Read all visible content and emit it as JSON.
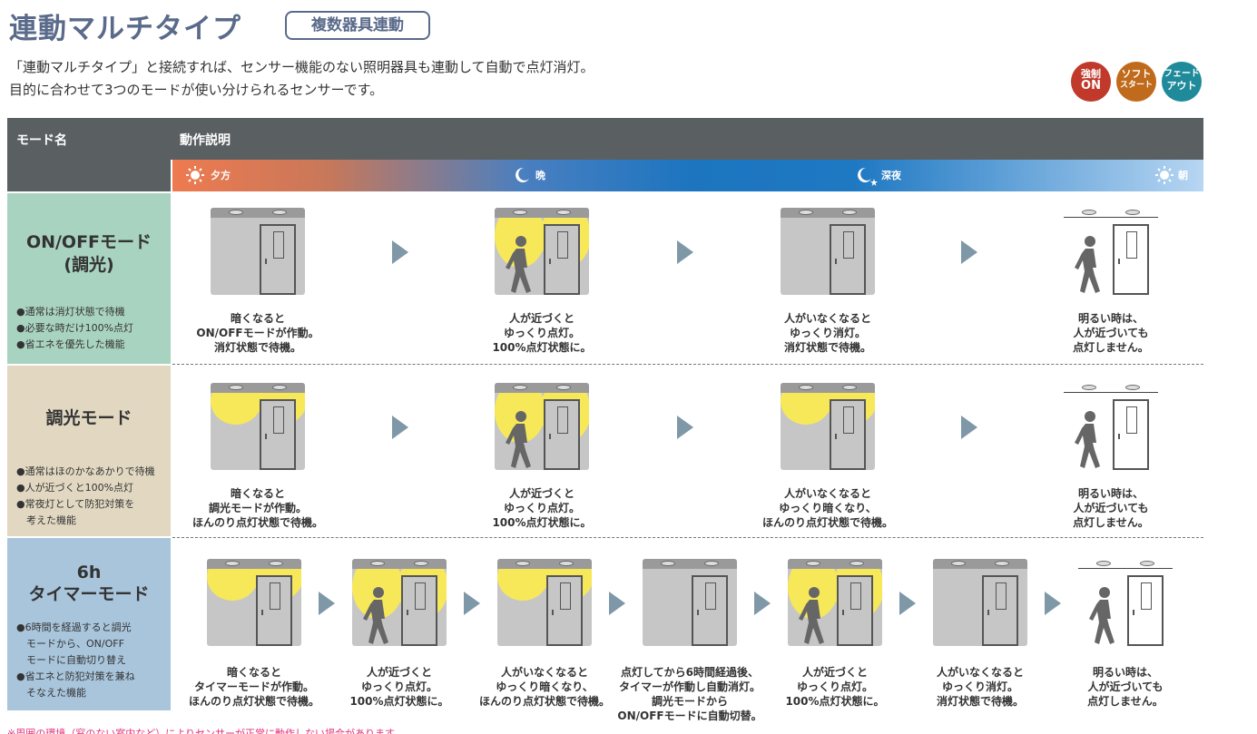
{
  "header": {
    "title": "連動マルチタイプ",
    "badge": "複数器具連動",
    "intro_line1": "「連動マルチタイプ」と接続すれば、センサー機能のない照明器具も連動して自動で点灯消灯。",
    "intro_line2": "目的に合わせて3つのモードが使い分けられるセンサーです。",
    "features": [
      {
        "label_top": "強制",
        "label_bottom": "ON",
        "color": "#c0392b"
      },
      {
        "label_top": "ソフト",
        "label_bottom": "スタート",
        "color": "#c06a1c"
      },
      {
        "label_top": "フェード",
        "label_bottom": "アウト",
        "color": "#1f8a9a"
      }
    ]
  },
  "table": {
    "col_mode": "モード名",
    "col_desc": "動作説明",
    "timeline": [
      {
        "label": "夕方",
        "icon": "sun-icon"
      },
      {
        "label": "晩",
        "icon": "moon-icon"
      },
      {
        "label": "深夜",
        "icon": "moon-star-icon"
      },
      {
        "label": "朝",
        "icon": "sun-icon"
      }
    ]
  },
  "colors": {
    "header_bg": "#5a5f62",
    "onoff_bg": "#a9d3c1",
    "dimming_bg": "#e2d8c2",
    "timer_bg": "#a9c5dc",
    "glow": "#f7e85a",
    "arrow": "#7f98a8",
    "note": "#e0307a"
  },
  "modes": [
    {
      "name_line1": "ON/OFFモード",
      "name_line2": "(調光)",
      "desc": [
        "●通常は消灯状態で待機",
        "●必要な時だけ100%点灯",
        "●省エネを優先した機能"
      ],
      "steps": [
        {
          "lines": [
            "暗くなると",
            "ON/OFFモードが作動。",
            "消灯状態で待機。"
          ]
        },
        {
          "lines": [
            "人が近づくと",
            "ゆっくり点灯。",
            "100%点灯状態に。"
          ]
        },
        {
          "lines": [
            "人がいなくなると",
            "ゆっくり消灯。",
            "消灯状態で待機。"
          ]
        },
        {
          "lines": [
            "明るい時は、",
            "人が近づいても",
            "点灯しません。"
          ]
        }
      ]
    },
    {
      "name_line1": "調光モード",
      "desc": [
        "●通常はほのかなあかりで待機",
        "●人が近づくと100%点灯",
        "●常夜灯として防犯対策を",
        "　考えた機能"
      ],
      "steps": [
        {
          "lines": [
            "暗くなると",
            "調光モードが作動。",
            "ほんのり点灯状態で待機。"
          ]
        },
        {
          "lines": [
            "人が近づくと",
            "ゆっくり点灯。",
            "100%点灯状態に。"
          ]
        },
        {
          "lines": [
            "人がいなくなると",
            "ゆっくり暗くなり、",
            "ほんのり点灯状態で待機。"
          ]
        },
        {
          "lines": [
            "明るい時は、",
            "人が近づいても",
            "点灯しません。"
          ]
        }
      ]
    },
    {
      "name_line1": "6h",
      "name_line2": "タイマーモード",
      "desc": [
        "●6時間を経過すると調光",
        "　モードから、ON/OFF",
        "　モードに自動切り替え",
        "●省エネと防犯対策を兼ね",
        "　そなえた機能"
      ],
      "steps": [
        {
          "lines": [
            "暗くなると",
            "タイマーモードが作動。",
            "ほんのり点灯状態で待機。"
          ]
        },
        {
          "lines": [
            "人が近づくと",
            "ゆっくり点灯。",
            "100%点灯状態に。"
          ]
        },
        {
          "lines": [
            "人がいなくなると",
            "ゆっくり暗くなり、",
            "ほんのり点灯状態で待機。"
          ]
        },
        {
          "lines": [
            "点灯してから6時間経過後、",
            "タイマーが作動し自動消灯。",
            "調光モードから",
            "ON/OFFモードに自動切替。"
          ]
        },
        {
          "lines": [
            "人が近づくと",
            "ゆっくり点灯。",
            "100%点灯状態に。"
          ]
        },
        {
          "lines": [
            "人がいなくなると",
            "ゆっくり消灯。",
            "消灯状態で待機。"
          ]
        },
        {
          "lines": [
            "明るい時は、",
            "人が近づいても",
            "点灯しません。"
          ]
        }
      ]
    }
  ],
  "footnote": "※周囲の環境（窓のない室内など）によりセンサーが正常に動作しない場合があります。"
}
